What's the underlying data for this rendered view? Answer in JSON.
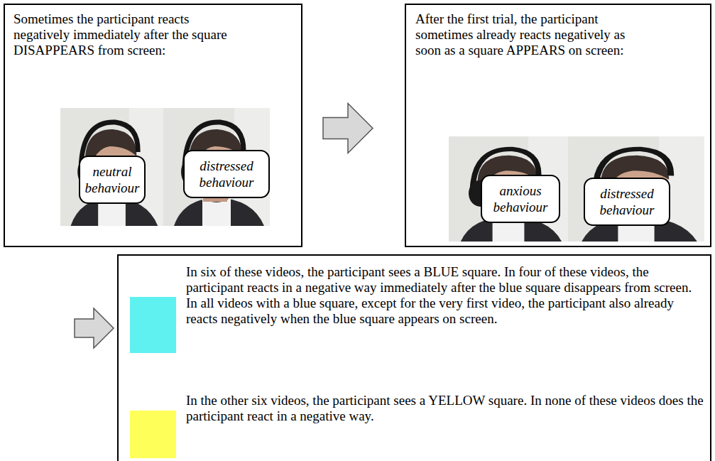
{
  "diagram": {
    "nodes": [
      {
        "text": [
          "Sometimes the participant reacts negatively immediately after the square DISAPPEARS from screen:"
        ]
      },
      {
        "text": [
          "neutral behaviour"
        ],
        "in": 0
      },
      {
        "text": [
          "distressed behaviour"
        ],
        "in": 0
      },
      {
        "text": [
          "After the first trial, the participant sometimes already reacts negatively as soon as a square APPEARS on screen:"
        ]
      },
      {
        "text": [
          "anxious behaviour"
        ],
        "in": 3
      },
      {
        "text": [
          "distressed behaviour"
        ],
        "in": 3
      },
      {
        "text": [
          "In six of these videos, the participant sees a BLUE square. In four of these videos, the participant reacts in a negative way immediately after the blue square disappears from screen.",
          "In all videos with a blue square, except for the very first video, the participant also already reacts negatively when the blue square appears on screen.",
          "In the other six videos, the participant sees a YELLOW square. In none of these videos does the participant react in a negative way."
        ]
      }
    ],
    "edges": [
      {
        "from": 0,
        "to": 3,
        "arrow": "to"
      },
      {
        "from": 3,
        "to": 6,
        "arrow": "to"
      }
    ]
  }
}
